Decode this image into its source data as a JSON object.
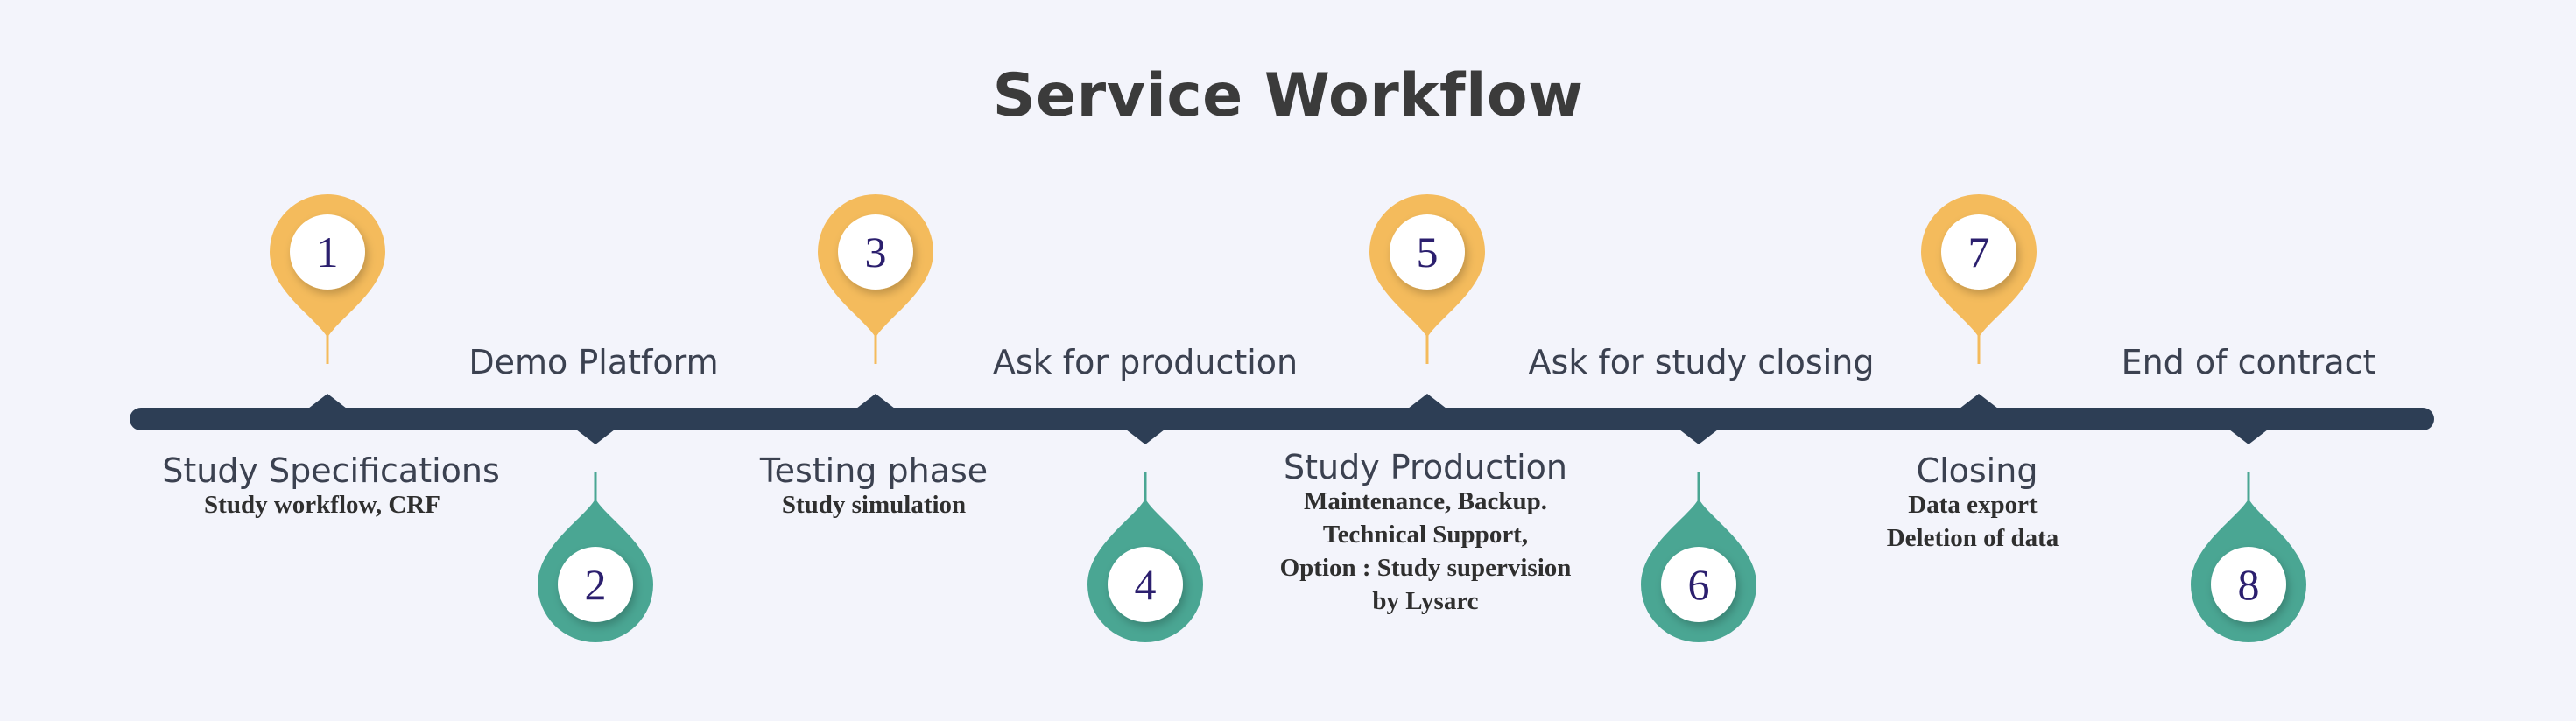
{
  "title": "Service Workflow",
  "colors": {
    "background": "#f3f4fb",
    "bar": "#2d3e55",
    "top_marker": "#f4bb5c",
    "bottom_marker": "#4aa693",
    "number": "#2b1f6e"
  },
  "steps": [
    {
      "number": "1",
      "title": "Study Specifications",
      "desc": [
        "Study workflow, CRF"
      ]
    },
    {
      "number": "2",
      "title": "Demo Platform",
      "desc": []
    },
    {
      "number": "3",
      "title": "Testing phase",
      "desc": [
        "Study simulation"
      ]
    },
    {
      "number": "4",
      "title": "Ask for production",
      "desc": []
    },
    {
      "number": "5",
      "title": "Study Production",
      "desc": [
        "Maintenance, Backup.",
        "Technical Support,",
        "Option : Study supervision",
        "by Lysarc"
      ]
    },
    {
      "number": "6",
      "title": "Ask for study closing",
      "desc": []
    },
    {
      "number": "7",
      "title": "Closing",
      "desc": [
        "Data export",
        "Deletion of data"
      ]
    },
    {
      "number": "8",
      "title": "End of contract",
      "desc": []
    }
  ]
}
